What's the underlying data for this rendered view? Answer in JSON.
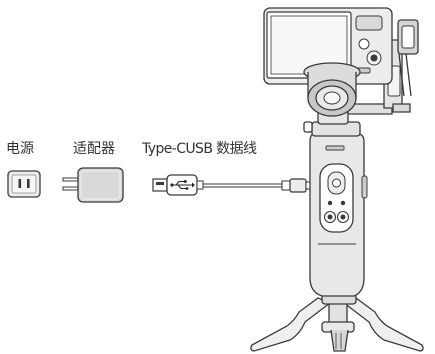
{
  "labels": {
    "power": "电源",
    "adapter": "适配器",
    "cable": "Type-CUSB 数据线"
  },
  "icons": {
    "outlet": "power-outlet-icon",
    "adapter": "power-adapter-icon",
    "usb": "usb-symbol-icon",
    "device": "handheld-gimbal-with-camera"
  },
  "colors": {
    "outline": "#3a3a3a",
    "fill_light": "#ececec",
    "fill_mid": "#d6d6d6",
    "fill_dark": "#bdbdbd",
    "text": "#333333"
  }
}
